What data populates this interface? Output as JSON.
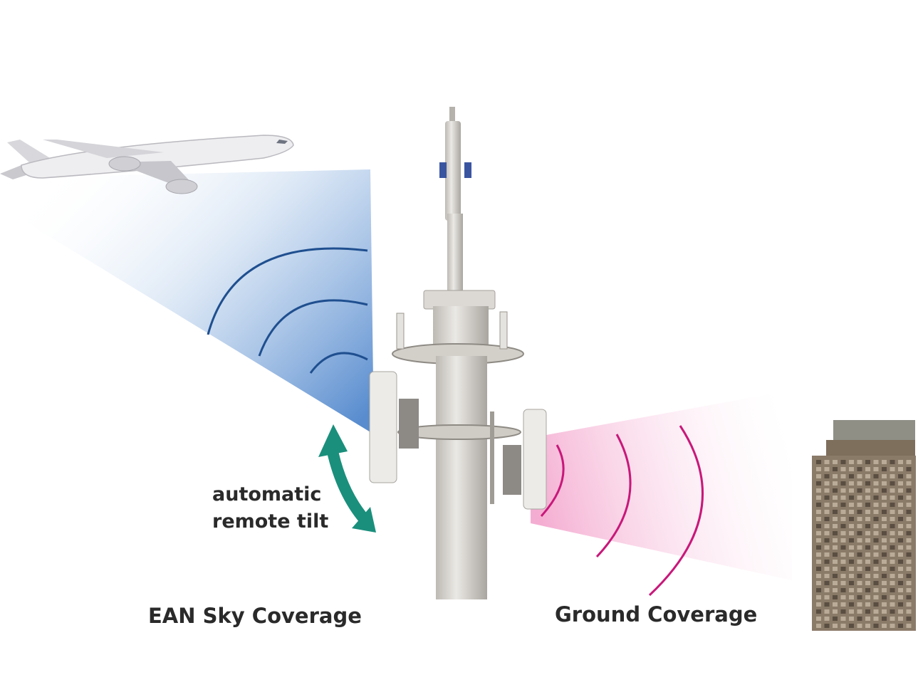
{
  "labels": {
    "tilt_line1": "automatic",
    "tilt_line2": "remote tilt",
    "sky_coverage": "EAN Sky Coverage",
    "ground_coverage": "Ground Coverage"
  },
  "colors": {
    "sky_beam": "#5a8ed0",
    "sky_waves": "#1f4f8f",
    "ground_beam": "#f2b6d6",
    "ground_waves": "#c8187a",
    "tilt_arrow": "#1a8f7c",
    "tower": "#d9d6d1",
    "building": "#8a7a68"
  },
  "icons": {
    "aircraft": "airplane-icon",
    "tower": "cell-tower-icon",
    "building": "skyscraper-icon",
    "tilt": "curved-double-arrow-icon"
  }
}
